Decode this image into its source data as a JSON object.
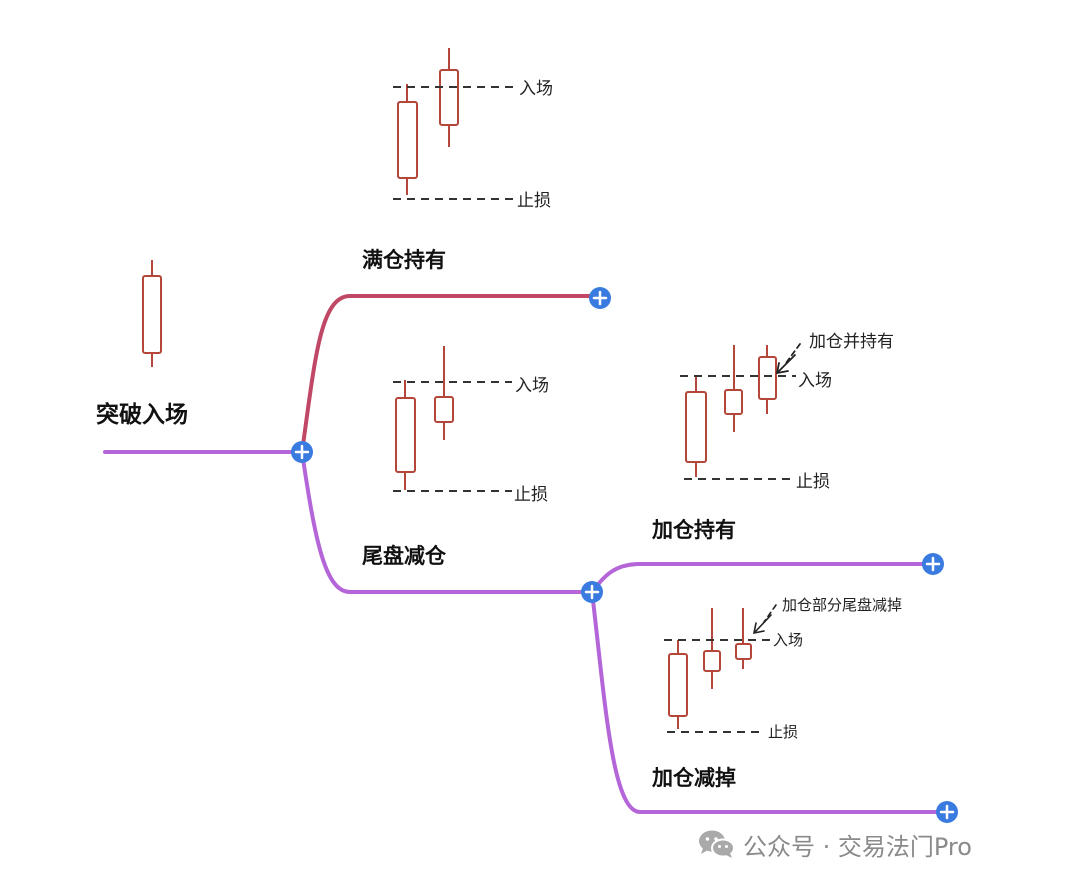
{
  "root": {
    "label": "突破入场"
  },
  "branches": {
    "full_hold": {
      "label": "满仓持有",
      "entry_label": "入场",
      "stop_label": "止损"
    },
    "close_reduce": {
      "label": "尾盘减仓",
      "entry_label": "入场",
      "stop_label": "止损"
    },
    "add_hold": {
      "label": "加仓持有",
      "entry_label": "入场",
      "stop_label": "止损",
      "note": "加仓并持有"
    },
    "add_reduce": {
      "label": "加仓减掉",
      "entry_label": "入场",
      "stop_label": "止损",
      "note": "加仓部分尾盘减掉"
    }
  },
  "watermark": {
    "text": "公众号 · 交易法门Pro",
    "icon": "wechat-icon"
  },
  "colors": {
    "candle": "#b5473a",
    "branch_top": "#c04866",
    "branch_purple": "#b466d8",
    "plus_button": "#3a7be0",
    "dashed": "#333333"
  }
}
